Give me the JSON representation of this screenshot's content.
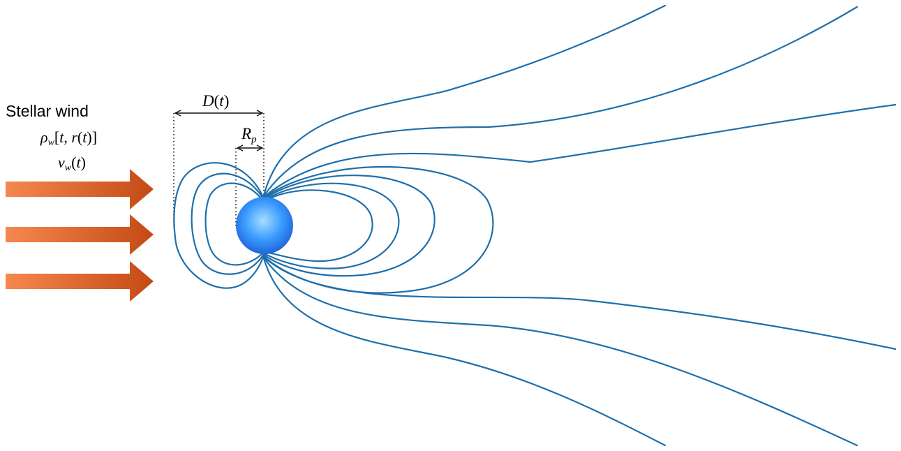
{
  "wind": {
    "title": "Stellar wind",
    "rho_sym": "ρ",
    "rho_sub": "w",
    "rho_args_open": "[",
    "rho_t": "t",
    "rho_comma": ", ",
    "rho_r": "r",
    "rho_inner": "(",
    "rho_t2": "t",
    "rho_close": ")]",
    "v_sym": "v",
    "v_sub": "w",
    "v_open": "(",
    "v_t": "t",
    "v_close": ")"
  },
  "labels": {
    "d_sym": "D",
    "d_open": "(",
    "d_t": "t",
    "d_close": ")",
    "rp_sym": "R",
    "rp_sub": "p"
  },
  "colors": {
    "field_line": "#1f6fab",
    "arrow_start": "#f5884f",
    "arrow_end": "#c44a14",
    "planet_core": "#a8ddff",
    "planet_mid": "#3a9bff",
    "planet_edge": "#1d62d6"
  },
  "icons": {
    "wind_arrow": "right-arrow-icon",
    "planet": "planet-sphere"
  }
}
